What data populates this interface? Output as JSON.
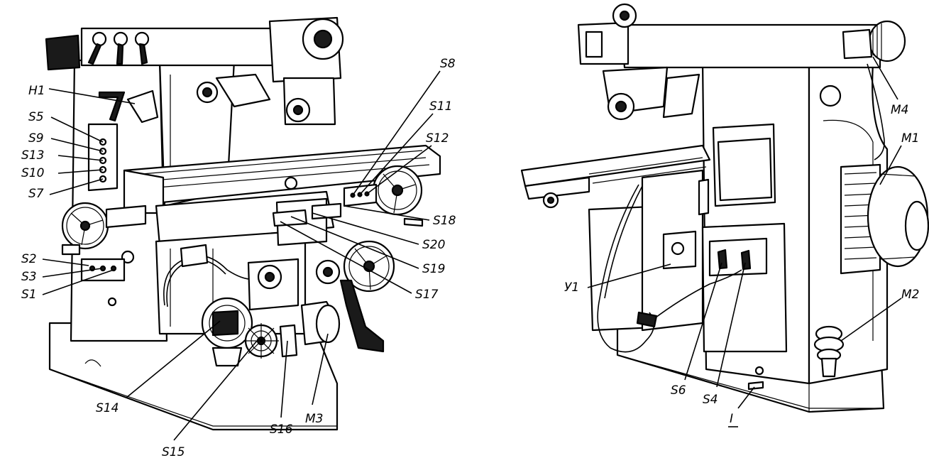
{
  "figure": {
    "left_view": {
      "labels": {
        "H1": "H1",
        "S5": "S5",
        "S9": "S9",
        "S13": "S13",
        "S10": "S10",
        "S7": "S7",
        "S2": "S2",
        "S3": "S3",
        "S1": "S1",
        "S14": "S14",
        "S15": "S15",
        "S16": "S16",
        "M3": "M3",
        "S8": "S8",
        "S11": "S11",
        "S12": "S12",
        "S18": "S18",
        "S20": "S20",
        "S19": "S19",
        "S17": "S17"
      }
    },
    "right_view": {
      "labels": {
        "M4": "M4",
        "M1": "M1",
        "M2": "M2",
        "Y1": "У1",
        "S6": "S6",
        "S4": "S4",
        "I": "I"
      }
    }
  }
}
